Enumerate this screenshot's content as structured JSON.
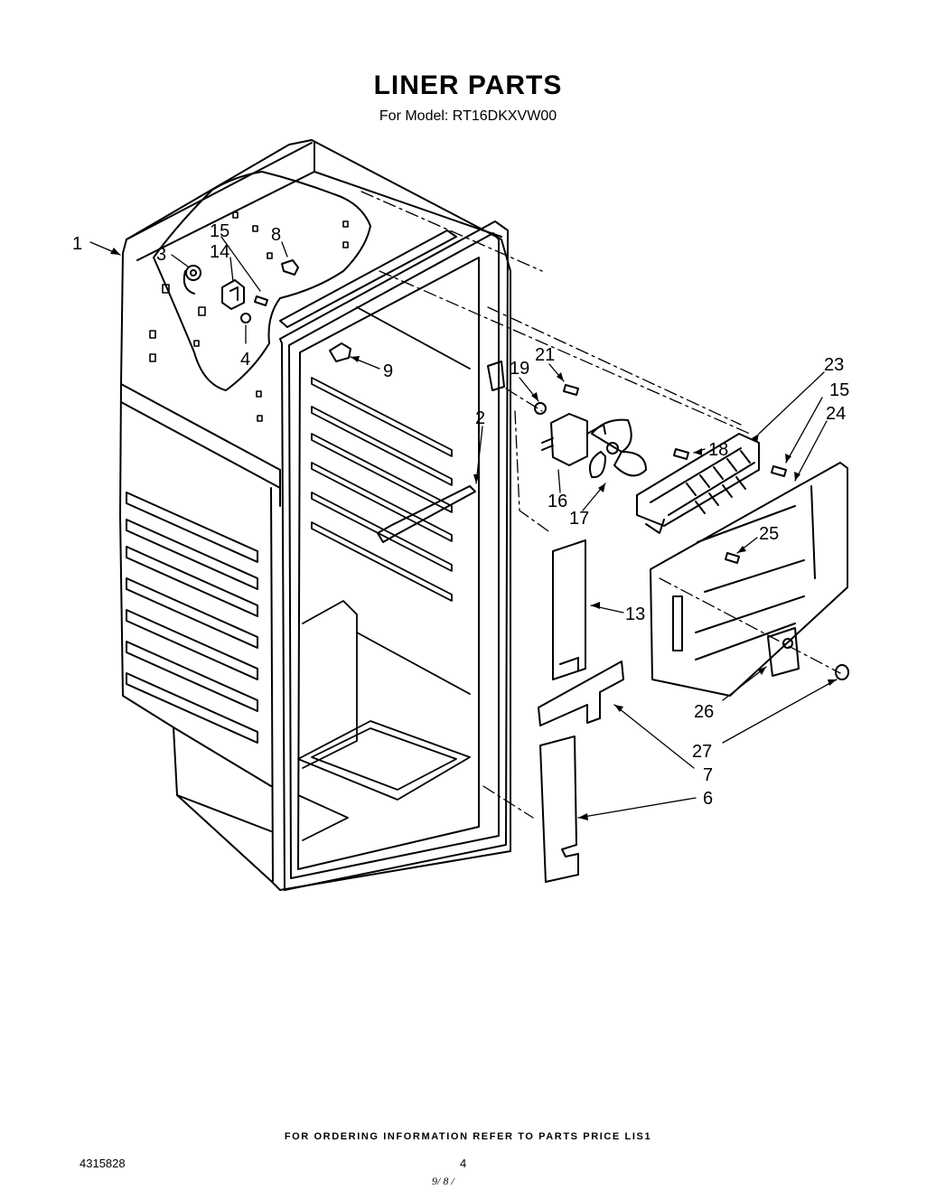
{
  "page": {
    "title": "LINER PARTS",
    "subtitle": "For Model: RT16DKXVW00",
    "footer_note": "FOR ORDERING INFORMATION REFER TO PARTS PRICE LIS1",
    "doc_number": "4315828",
    "page_number": "4",
    "scribble": "9/ 8 /"
  },
  "callouts": {
    "c1": "1",
    "c2": "2",
    "c3": "3",
    "c4": "4",
    "c6": "6",
    "c7": "7",
    "c8": "8",
    "c9": "9",
    "c13": "13",
    "c14": "14",
    "c15a": "15",
    "c15b": "15",
    "c16": "16",
    "c17": "17",
    "c18": "18",
    "c19": "19",
    "c21": "21",
    "c23": "23",
    "c24": "24",
    "c25": "25",
    "c26": "26",
    "c27": "27"
  }
}
